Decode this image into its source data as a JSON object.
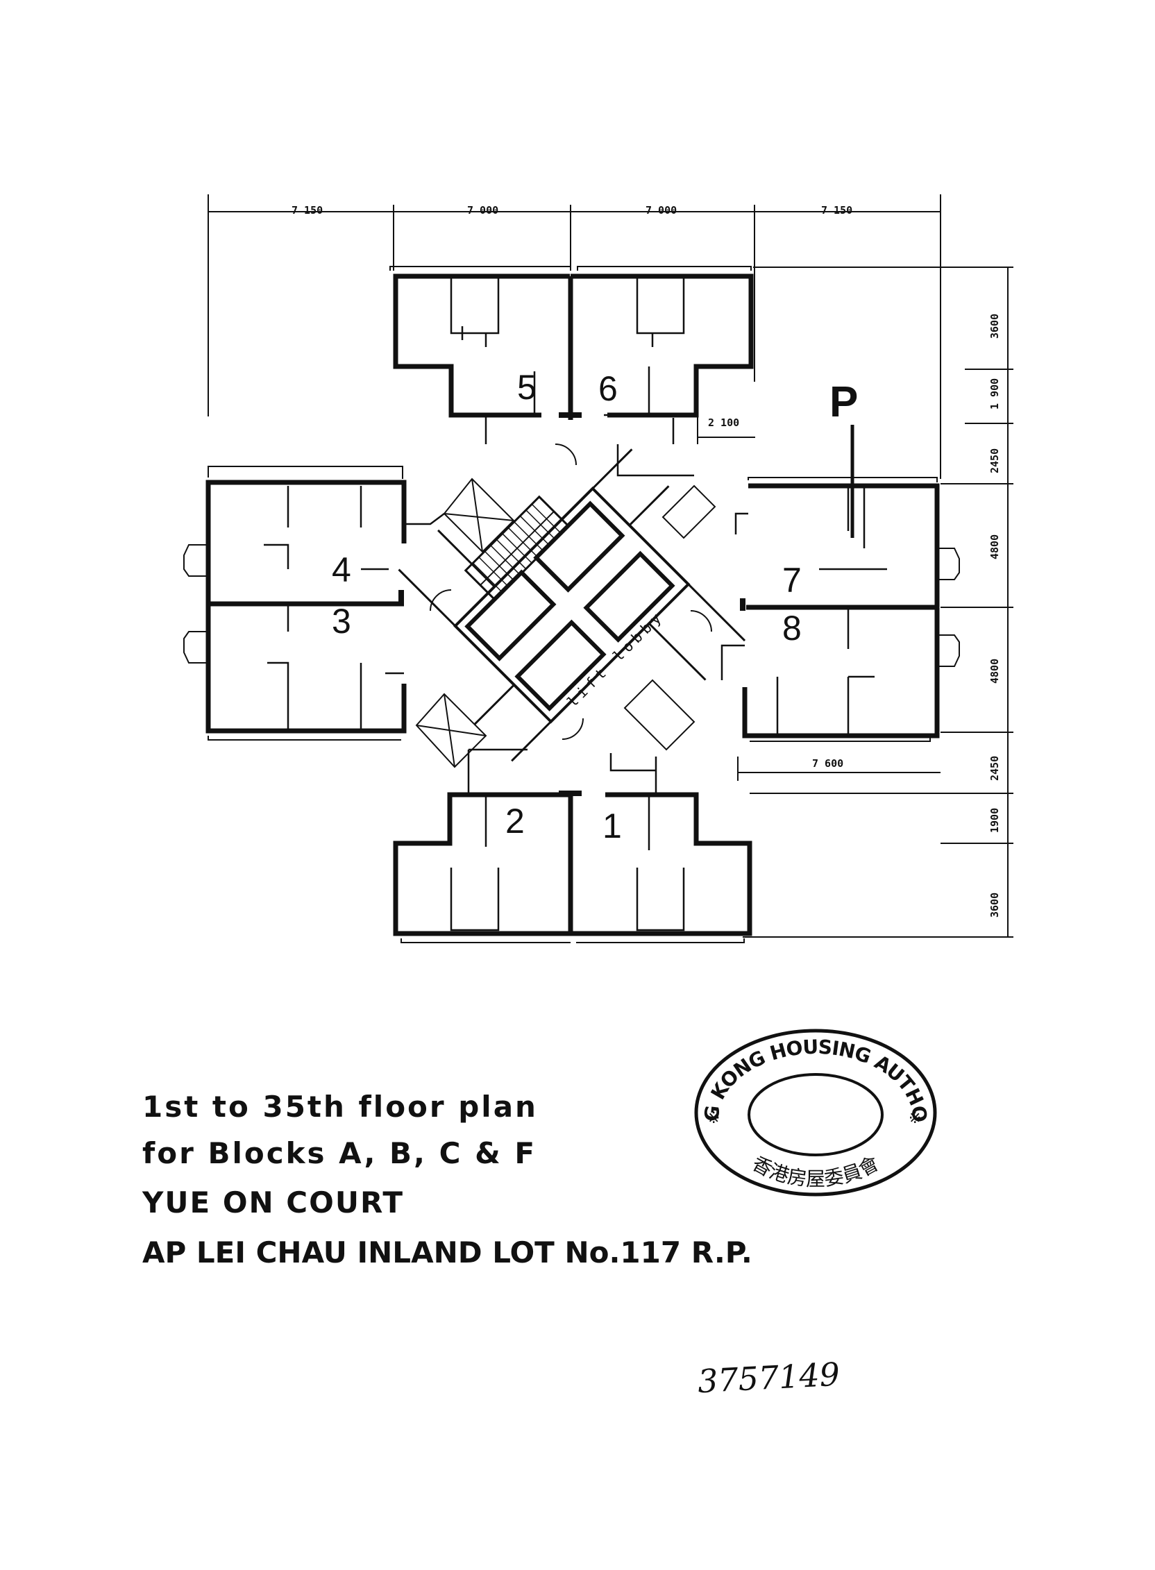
{
  "dimensions": {
    "top": [
      "7 150",
      "7 000",
      "7 000",
      "7 150"
    ],
    "right": [
      "3600",
      "1 900",
      "2450",
      "4800",
      "4800",
      "2450",
      "1900",
      "3600"
    ],
    "balcony_width": "2 100",
    "bottom_span": "7 600"
  },
  "units": [
    "1",
    "2",
    "3",
    "4",
    "5",
    "6",
    "7",
    "8"
  ],
  "parking_symbol": "P",
  "lobby_label": "lift lobby",
  "caption": {
    "line1": "1st to 35th floor plan",
    "line2": "for Blocks A, B, C & F",
    "line3": "YUE ON COURT",
    "line4": "AP LEI CHAU INLAND LOT No.117 R.P."
  },
  "stamp": {
    "outer_text": "HONG KONG HOUSING AUTHORITY",
    "inner_text": "香港房屋委員會"
  },
  "handwritten_number": "3757149"
}
